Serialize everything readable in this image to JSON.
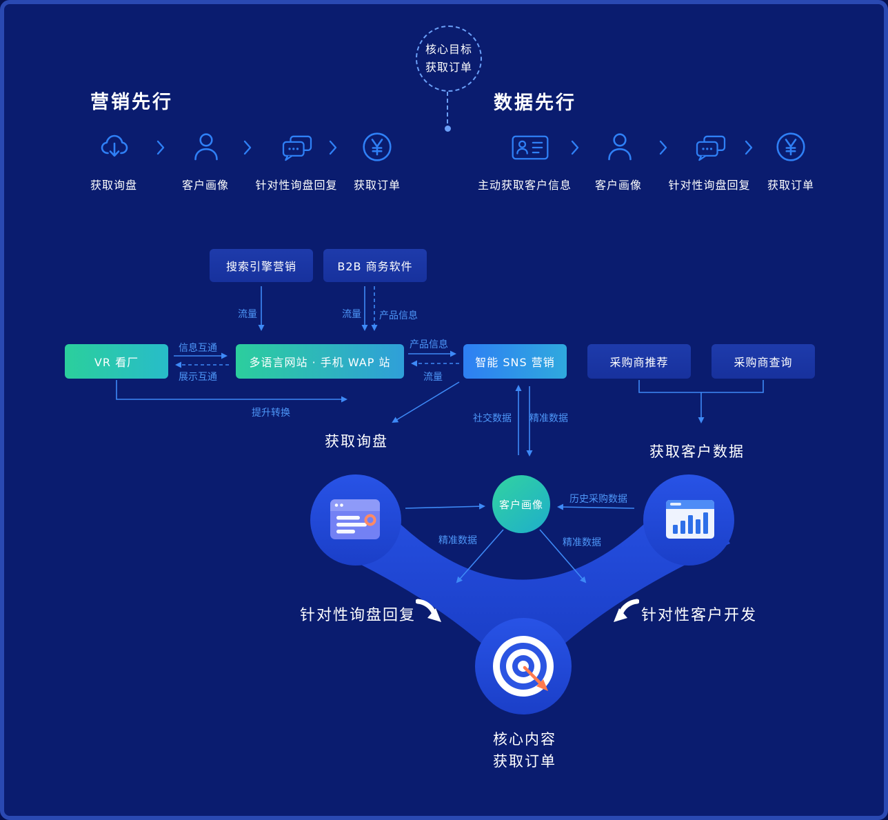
{
  "colors": {
    "background": "#0A1C6F",
    "frame": "#2A49B2",
    "accent_icon": "#2F80F6",
    "connector_line": "#3E8AF7",
    "label_text": "#4E97F8",
    "box_dark": "#1A35A4",
    "box_teal_start": "#2BCF9C",
    "box_cyan_end": "#28BCC9",
    "blob_blue": "#2149D8",
    "orange": "#FF7A4D",
    "white": "#FFFFFF"
  },
  "goal_badge": {
    "line1": "核心目标",
    "line2": "获取订单"
  },
  "sections": {
    "marketing_title": "营销先行",
    "data_title": "数据先行"
  },
  "marketing_flow": {
    "steps": [
      {
        "icon": "cloud-download-icon",
        "label": "获取询盘"
      },
      {
        "icon": "person-icon",
        "label": "客户画像"
      },
      {
        "icon": "chat-bubbles-icon",
        "label": "针对性询盘回复"
      },
      {
        "icon": "yen-circle-icon",
        "label": "获取订单"
      }
    ]
  },
  "data_flow": {
    "steps": [
      {
        "icon": "id-card-icon",
        "label": "主动获取客户信息"
      },
      {
        "icon": "person-icon",
        "label": "客户画像"
      },
      {
        "icon": "chat-bubbles-icon",
        "label": "针对性询盘回复"
      },
      {
        "icon": "yen-circle-icon",
        "label": "获取订单"
      }
    ]
  },
  "boxes": {
    "sem": "搜索引擎营销",
    "b2b": "B2B 商务软件",
    "vr": "VR 看厂",
    "site": "多语言网站 · 手机 WAP 站",
    "sns": "智能 SNS 营销",
    "buyer_rec": "采购商推荐",
    "buyer_query": "采购商查询"
  },
  "labels": {
    "traffic1": "流量",
    "traffic2": "流量",
    "product_info1": "产品信息",
    "info_exchange": "信息互通",
    "display_exchange": "展示互通",
    "product_info2": "产品信息",
    "traffic3": "流量",
    "conversion": "提升转换",
    "social_data": "社交数据",
    "precise_data": "精准数据",
    "get_inquiry": "获取询盘",
    "get_customer_data": "获取客户数据"
  },
  "bottom": {
    "profile": "客户画像",
    "history_data": "历史采购数据",
    "precise_left": "精准数据",
    "precise_right": "精准数据",
    "reply": "针对性询盘回复",
    "develop": "针对性客户开发",
    "core_line1": "核心内容",
    "core_line2": "获取订单"
  }
}
